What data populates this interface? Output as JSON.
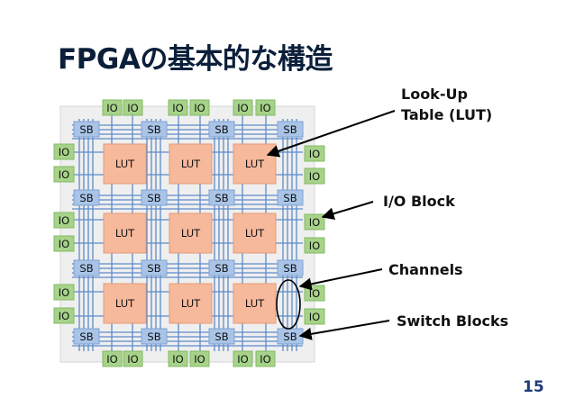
{
  "title": "FPGAの基本的な構造",
  "page_number": "15",
  "labels": {
    "lut": "LUT",
    "sb": "SB",
    "io": "IO"
  },
  "callouts": {
    "lut_line1": "Look-Up",
    "lut_line2": "Table (LUT)",
    "io_block": "I/O Block",
    "channels": "Channels",
    "switch_blocks": "Switch Blocks"
  },
  "colors": {
    "lut_fill": "#f7b99b",
    "lut_stroke": "#e59a78",
    "sb_fill": "#a9c4e7",
    "io_fill": "#a6d389",
    "wire": "#5c8bc9",
    "board": "#efefef",
    "title": "#0b1f3a",
    "page_number": "#1f3a7a"
  }
}
